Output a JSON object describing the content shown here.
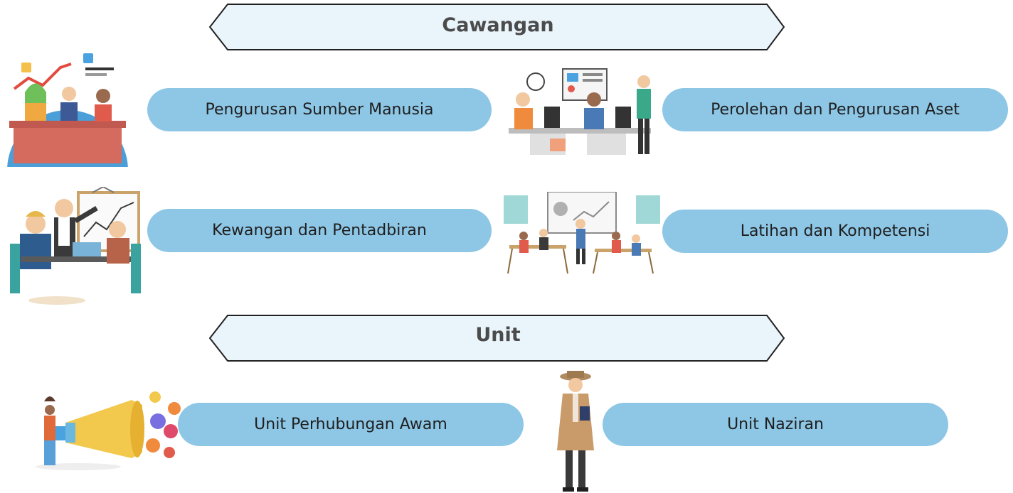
{
  "sections": {
    "cawangan": {
      "title": "Cawangan"
    },
    "unit": {
      "title": "Unit"
    }
  },
  "cawangan_items": [
    {
      "label": "Pengurusan Sumber Manusia",
      "icon": "hr-team-globe-icon"
    },
    {
      "label": "Perolehan dan Pengurusan Aset",
      "icon": "office-workers-icon"
    },
    {
      "label": "Kewangan dan Pentadbiran",
      "icon": "presentation-meeting-icon"
    },
    {
      "label": "Latihan dan Kompetensi",
      "icon": "training-class-icon"
    }
  ],
  "unit_items": [
    {
      "label": "Unit Perhubungan Awam",
      "icon": "megaphone-icon"
    },
    {
      "label": "Unit Naziran",
      "icon": "inspector-icon"
    }
  ],
  "colors": {
    "pill": "#8ec7e6",
    "banner_stroke": "#222222",
    "banner_fill": "#eaf4fb",
    "heading_text": "#4b4b4b",
    "pill_text": "#1f1f1f"
  }
}
